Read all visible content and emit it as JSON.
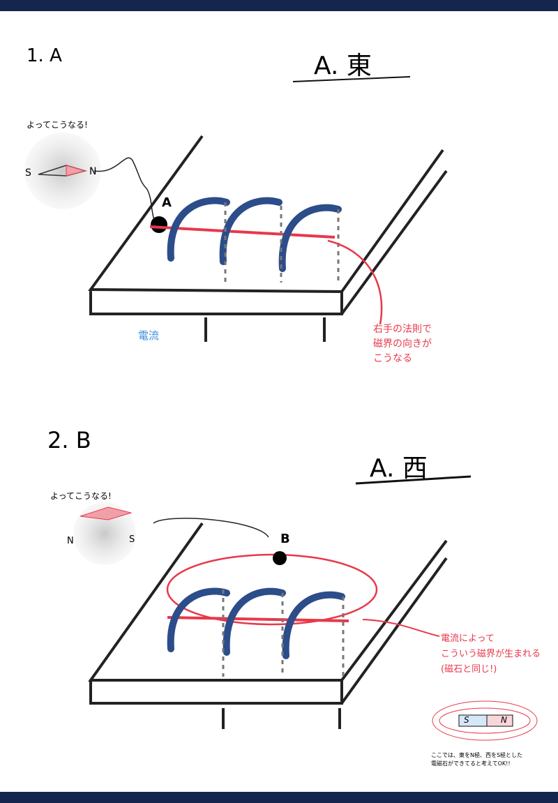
{
  "q1": {
    "label": "1. A",
    "answer": "A. 東",
    "compass_caption": "よってこうなる!",
    "pole_s": "S",
    "pole_n": "N",
    "point": "A",
    "current_label": "電流",
    "note": [
      "右手の法則で",
      "磁界の向きが",
      "こうなる"
    ]
  },
  "q2": {
    "label": "2. B",
    "answer": "A. 西",
    "compass_caption": "よってこうなる!",
    "pole_s": "S",
    "pole_n": "N",
    "point": "B",
    "note": [
      "電流によって",
      "こういう磁界が生まれる",
      "(磁石と同じ!)"
    ],
    "magnet_s": "S",
    "magnet_n": "N",
    "footnote": [
      "ここでは、東をN極、西をS極とした",
      "電磁石ができてると考えてOK!!"
    ]
  },
  "colors": {
    "frame": "#14264d",
    "red": "#e8384a",
    "blue": "#3a8ee0"
  }
}
